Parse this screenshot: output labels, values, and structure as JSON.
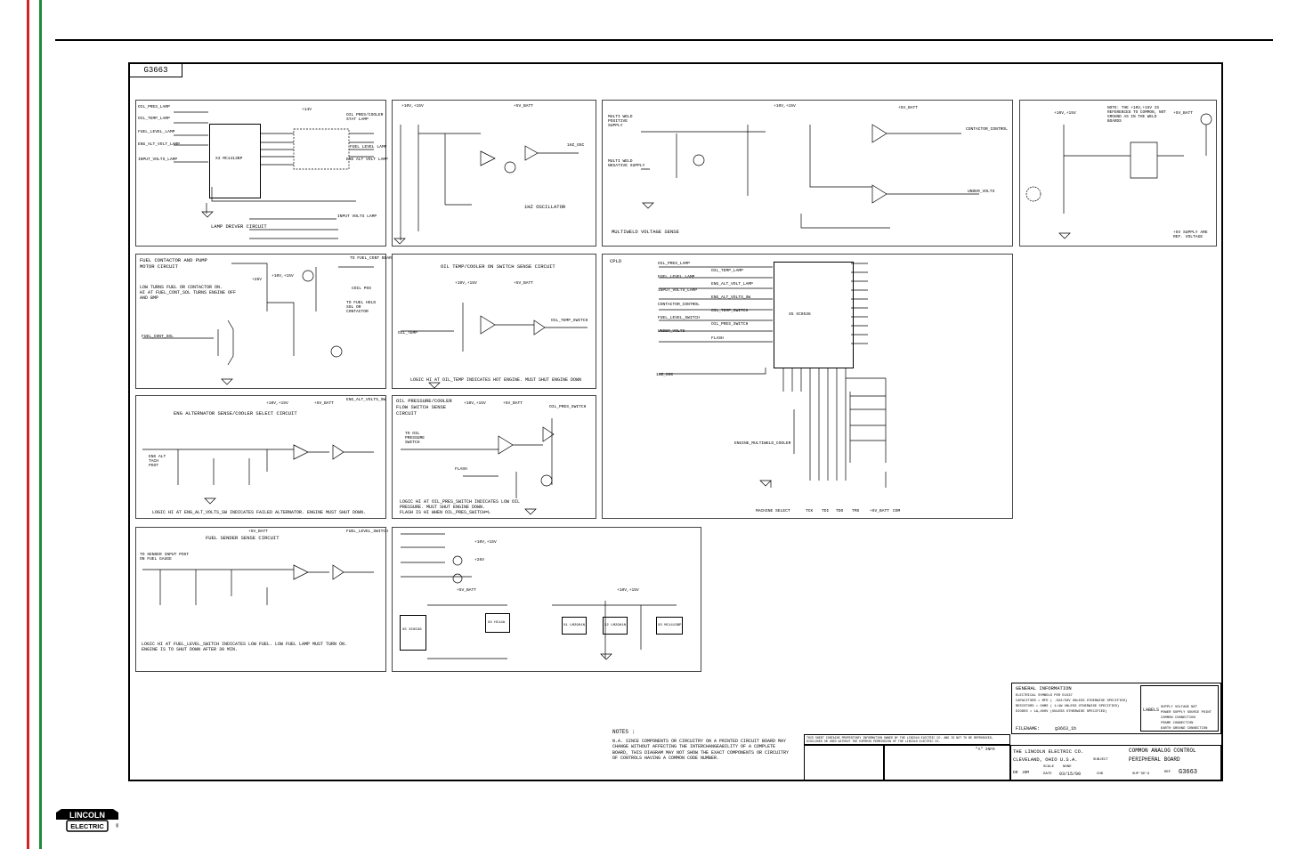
{
  "drawing_tag": "G3663",
  "panels": {
    "lamp_driver": {
      "title": "Lamp Driver Circuit",
      "signals": [
        "OIL_PRES_LAMP",
        "OIL_TEMP_LAMP",
        "FUEL_LEVEL_LAMP",
        "ENG_ALT_VOLT_LAMP",
        "INPUT_VOLTS_LAMP",
        "OIL PRES/COOLER STAT LAMP",
        "FUEL LEVEL LAMP",
        "ENG ALT VOLT LAMP",
        "INPUT VOLTS LAMP"
      ],
      "chip": "X3 MC1413BP",
      "rail": "+14V"
    },
    "oil_temp_sense": {
      "title": "1HZ OSCILLATOR",
      "rails": [
        "+10V,+15V",
        "+5V_BATT"
      ],
      "signals": [
        "1HZ_OSC"
      ]
    },
    "multiweld": {
      "title": "Multiweld Voltage Sense",
      "rails": [
        "+10V,+15V",
        "+5V_BATT"
      ],
      "signals": [
        "MULTI WELD POSITIVE SUPPLY",
        "MULTI WELD NEGATIVE SUPPLY",
        "CONTACTOR_CONTROL",
        "UNDER_VOLTS"
      ]
    },
    "supply": {
      "title": "+5V Supply",
      "note": "NOTE: THE +10V,+15V IS REFERENCED TO COMMON, NOT GROUND AS IN THE WELD BOARDS",
      "rails": [
        "+10V,+15V",
        "+5V_BATT"
      ],
      "signals": [
        "+5V SUPPLY ARE REF. VOLTAGE"
      ]
    },
    "fuel_contactor": {
      "title": "Fuel Contactor and Pump Motor Circuit",
      "note": "LOW TURNS FUEL OR CONTACTOR ON.\nHI AT FUEL_CONT_SOL TURNS ENGINE OFF AND BMP",
      "rails": [
        "+26V",
        "+10V,+15V"
      ],
      "signals": [
        "FUEL_CONT_SOL",
        "TO FUEL_CONT BOARD",
        "COIL POS",
        "TO FUEL HOLD SOL OR CONTACTOR"
      ]
    },
    "oil_switch": {
      "title": "Oil Temp/Cooler On Switch Sense Circuit",
      "note": "LOGIC HI AT OIL_TEMP INDICATES HOT ENGINE. MUST SHUT ENGINE DOWN",
      "rails": [
        "+10V,+15V",
        "+5V_BATT"
      ],
      "signals": [
        "OIL_TEMP",
        "OIL_TEMP_SWITCH"
      ]
    },
    "cpld": {
      "title": "CPLD",
      "chip": "X5 XC9536",
      "inputs": [
        "OIL_PRES_LAMP",
        "OIL_TEMP_LAMP",
        "FUEL_LEVEL_LAMP",
        "ENG_ALT_VOLT_LAMP",
        "INPUT_VOLTS_LAMP",
        "ENG_ALT_VOLTS_SW",
        "CONTACTOR_CONTROL",
        "OIL_TEMP_SWITCH",
        "FUEL_LEVEL_SWITCH",
        "OIL_PRES_SWITCH",
        "UNDER_VOLTS",
        "FLASH",
        "1HZ_OSC"
      ],
      "bottom": [
        "MACHINE SELECT",
        "TCK",
        "TDI",
        "TDO",
        "TMS",
        "+5V_BATT",
        "COM"
      ],
      "extra": "ENGINE_MULTIWELD_COOLER"
    },
    "eng_alt": {
      "title": "Eng Alternator Sense/Cooler Select Circuit",
      "note": "LOGIC HI AT ENG_ALT_VOLTS_SW INDICATES FAILED ALTERNATOR. ENGINE MUST SHUT DOWN.",
      "rails": [
        "+10V,+15V",
        "+5V_BATT"
      ],
      "signals": [
        "ENG_ALT_VOLTS_SW",
        "ENG ALT TACH POST"
      ]
    },
    "oil_pres": {
      "title": "Oil Pressure/Cooler Flow Switch Sense Circuit",
      "note": "LOGIC HI AT OIL_PRES_SWITCH INDICATES LOW OIL PRESSURE. MUST SHUT ENGINE DOWN.\nFLASH IS HI WHEN OIL_PRES_SWITCH=L",
      "rails": [
        "+10V,+15V",
        "+5V_BATT"
      ],
      "signals": [
        "OIL_PRES_SWITCH",
        "TO OIL PRESSURE SWITCH",
        "FLASH"
      ]
    },
    "fuel_sender": {
      "title": "Fuel Sender Sense Circuit",
      "note": "LOGIC HI AT FUEL_LEVEL_SWITCH INDICATES LOW FUEL. LOW FUEL LAMP MUST TURN ON.\nENGINE IS TO SHUT DOWN AFTER 30 MIN.",
      "rails": [
        "+5V_BATT"
      ],
      "signals": [
        "FUEL_LEVEL_SWITCH",
        "TO SENDER INPUT POST ON FUEL GAUGE"
      ]
    },
    "power": {
      "title": "Power / Bypass",
      "rails": [
        "+10V,+15V",
        "+5V_BATT",
        "+26V"
      ],
      "chips": [
        "X1 LM2901N",
        "X2 LM2901N",
        "X3 MC1413BP",
        "X4 HC14A",
        "X5 XC9536"
      ]
    }
  },
  "notes": {
    "heading": "NOTES :",
    "body": "N.A. SINCE COMPONENTS OR CIRCUITRY ON A PRINTED CIRCUIT BOARD MAY CHANGE WITHOUT AFFECTING THE INTERCHANGEABILITY OF A COMPLETE BOARD, THIS DIAGRAM MAY NOT SHOW THE EXACT COMPONENTS OR CIRCUITRY OF CONTROLS HAVING A COMMON CODE NUMBER."
  },
  "general_info": {
    "heading": "GENERAL INFORMATION",
    "lines": [
      "ELECTRICAL SYMBOLS PER E1537",
      "CAPACITORS = MFD ( .022/50V UNLESS OTHERWISE SPECIFIED)",
      "RESISTORS = Ohms ( 1/4W UNLESS OTHERWISE SPECIFIED)",
      "DIODES = 1A,400V (UNLESS OTHERWISE SPECIFIED)"
    ],
    "filename_label": "FILENAME:",
    "filename": "g3663_1b"
  },
  "labels": {
    "heading": "LABELS",
    "items": [
      "SUPPLY VOLTAGE NET",
      "POWER SUPPLY SOURCE POINT",
      "COMMON CONNECTION",
      "FRAME CONNECTION",
      "EARTH GROUND CONNECTION"
    ]
  },
  "title_block": {
    "company": "THE LINCOLN ELECTRIC CO.",
    "city": "CLEVELAND, OHIO U.S.A.",
    "proprietary": "THIS SHEET CONTAINS PROPRIETARY INFORMATION OWNED BY THE LINCOLN ELECTRIC CO. AND IS NOT TO BE REPRODUCED, DISCLOSED OR USED WITHOUT THE EXPRESS PERMISSION OF THE LINCOLN ELECTRIC CO.",
    "subject_label": "SUBJECT",
    "title1": "COMMON ANALOG CONTROL",
    "title2": "PERIPHERAL BOARD",
    "scale_label": "SCALE",
    "scale": "NONE",
    "date_label": "DATE",
    "date": "03/15/00",
    "drawn_label": "DR",
    "drawn": "JDM",
    "chk_label": "CHK",
    "sup_label": "SUP'SD'G",
    "ref_label": "REF",
    "drawing_no": "G3663",
    "revision": "\"A\" INFO"
  },
  "logo": {
    "line1": "LINCOLN",
    "line2": "ELECTRIC",
    "mark": "®"
  }
}
